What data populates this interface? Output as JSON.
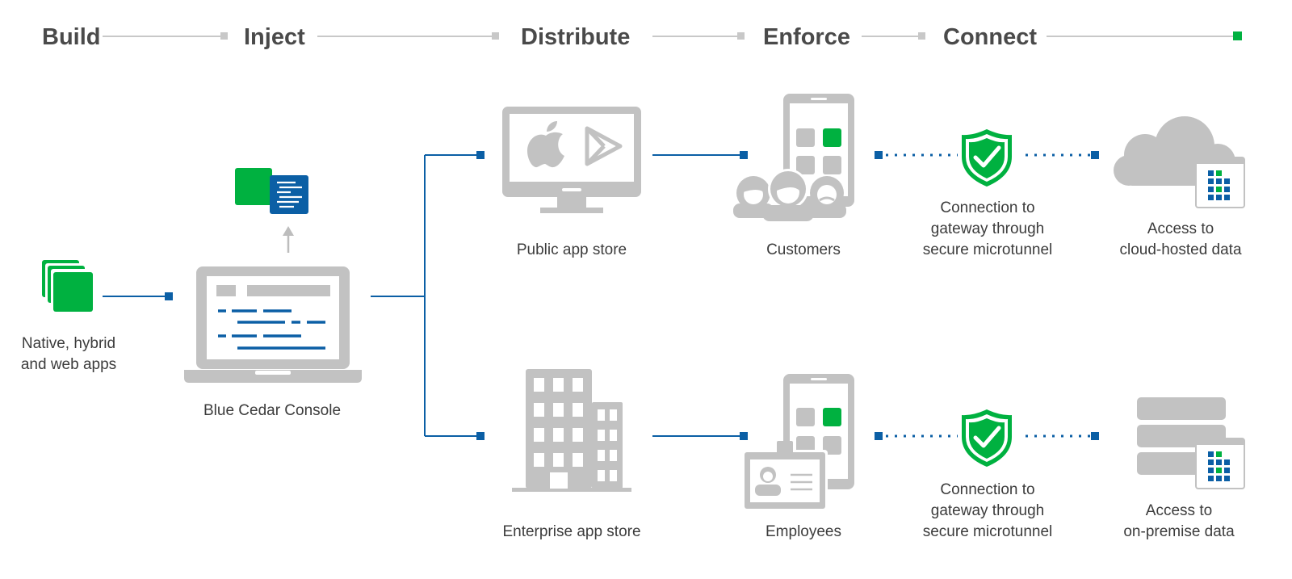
{
  "stages": [
    "Build",
    "Inject",
    "Distribute",
    "Enforce",
    "Connect"
  ],
  "labels": {
    "apps_line1": "Native, hybrid",
    "apps_line2": "and web apps",
    "console": "Blue Cedar Console",
    "public_store": "Public app store",
    "enterprise_store": "Enterprise app store",
    "customers": "Customers",
    "employees": "Employees",
    "conn_line1": "Connection to",
    "conn_line2": "gateway through",
    "conn_line3": "secure microtunnel",
    "access_to": "Access to",
    "cloud_data": "cloud-hosted data",
    "onprem_data": "on-premise data"
  },
  "colors": {
    "green": "#00b140",
    "blue": "#0b5fa5",
    "gray": "#c2c2c2",
    "line_gray": "#c8c8c8",
    "stage_text": "#4a4a4a"
  },
  "icons": [
    "app-stack-icon",
    "laptop-icon",
    "injected-code-icon",
    "monitor-icon",
    "apple-icon",
    "play-store-icon",
    "office-building-icon",
    "phone-customers-icon",
    "phone-badge-icon",
    "shield-check-icon",
    "cloud-icon",
    "server-stack-icon",
    "data-grid-icon"
  ]
}
